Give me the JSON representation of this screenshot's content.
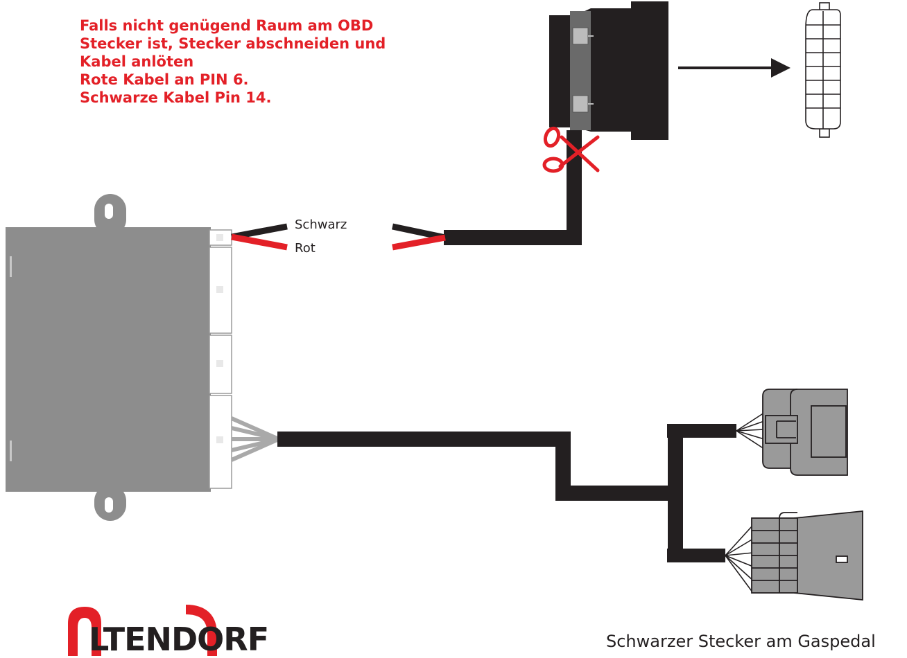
{
  "instructions": {
    "lines": [
      "Falls nicht genügend Raum am OBD",
      "Stecker ist, Stecker abschneiden und",
      "Kabel anlöten",
      "Rote Kabel an PIN 6.",
      "Schwarze Kabel Pin 14."
    ]
  },
  "wires": {
    "black_label": "Schwarz",
    "red_label": "Rot"
  },
  "caption": "Schwarzer Stecker am Gaspedal",
  "logo": {
    "text": "LTENDORF"
  },
  "colors": {
    "accent_red": "#e32027",
    "cable_black": "#231f20",
    "module_gray": "#8d8d8d",
    "connector_gray": "#9a9a9a",
    "text_dark": "#231f20"
  },
  "icons": [
    "scissors-icon",
    "arrow-right-icon"
  ]
}
